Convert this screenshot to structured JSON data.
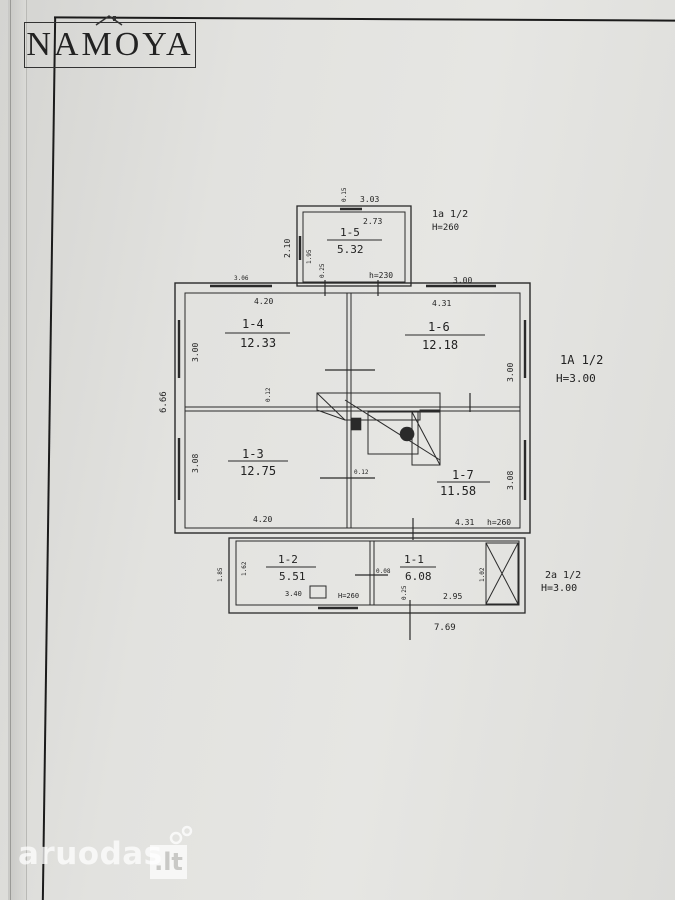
{
  "logo": {
    "text": "NAMOYA"
  },
  "watermark": {
    "text": "aruodas",
    "suffix": ".lt"
  },
  "floorplan": {
    "rooms": [
      {
        "id": "1-5",
        "area": "5.32"
      },
      {
        "id": "1-4",
        "area": "12.33"
      },
      {
        "id": "1-6",
        "area": "12.18"
      },
      {
        "id": "1-3",
        "area": "12.75"
      },
      {
        "id": "1-7",
        "area": "11.58"
      },
      {
        "id": "1-2",
        "area": "5.51"
      },
      {
        "id": "1-1",
        "area": "6.08"
      }
    ],
    "dimensions": [
      "3.03",
      "2.73",
      "0.15",
      "2.10",
      "1.95",
      "0.25",
      "h=230",
      "3.06",
      "3.00",
      "4.20",
      "4.31",
      "3.00",
      "3.00",
      "6.66",
      "0.12",
      "3.08",
      "0.12",
      "3.08",
      "4.20",
      "4.31",
      "h=260",
      "1.85",
      "1.62",
      "0.08",
      "1.02",
      "3.40",
      "H=260",
      "0.25",
      "2.95",
      "7.69"
    ],
    "annotations": [
      {
        "name": "annotation-1a-half",
        "lines": [
          "1a 1/2",
          "H=260"
        ]
      },
      {
        "name": "annotation-1a-half-main",
        "lines": [
          "1A 1/2",
          "H=3.00"
        ]
      },
      {
        "name": "annotation-2a-half",
        "lines": [
          "2a 1/2",
          "H=3.00"
        ]
      }
    ]
  }
}
